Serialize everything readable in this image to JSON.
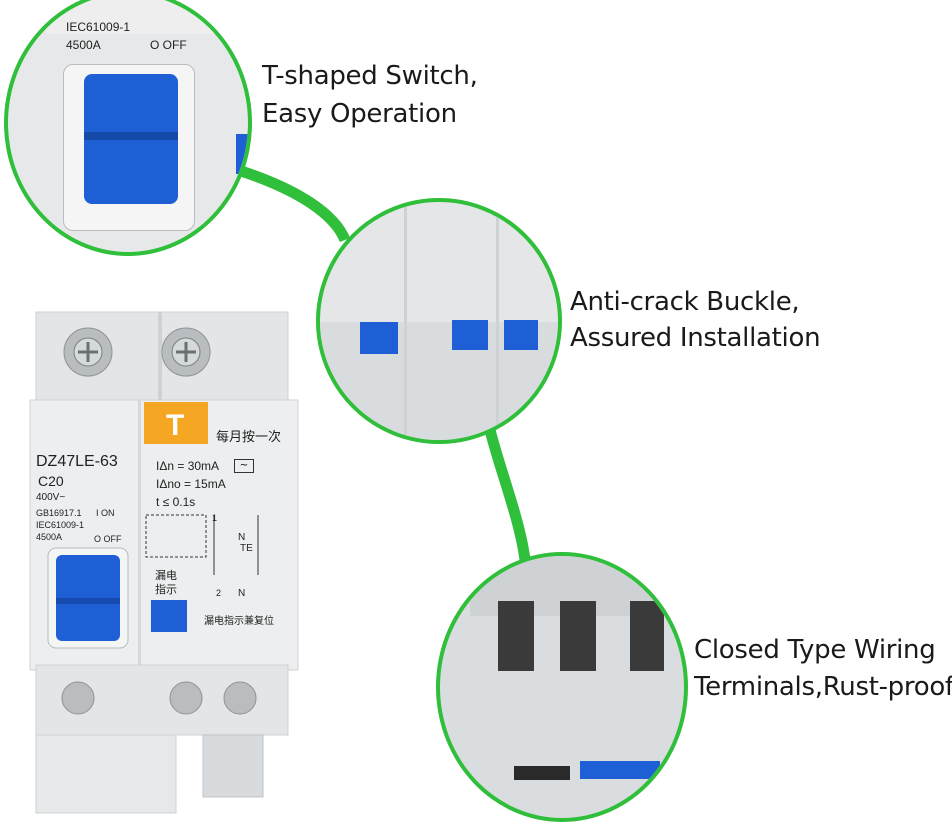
{
  "callouts": [
    {
      "line1": "T-shaped Switch,",
      "line2": "Easy Operation"
    },
    {
      "line1": "Anti-crack Buckle,",
      "line2": "Assured Installation"
    },
    {
      "line1": "Closed Type Wiring",
      "line2": "Terminals,Rust-proof"
    }
  ],
  "breaker": {
    "model": "DZ47LE-63",
    "rating": "C20",
    "voltage": "400V~",
    "std1": "GB16917.1",
    "std2": "IEC61009-1",
    "capacity": "4500A",
    "on_label": "I ON",
    "off_label": "O OFF",
    "test_button": "T",
    "monthly_note": "每月按一次",
    "idn": "IΔn  = 30mA",
    "idno": "IΔno = 15mA",
    "time": "t  ≤ 0.1s",
    "leak_label1": "漏电",
    "leak_label2": "指示",
    "indicator_note": "漏电指示兼复位",
    "terminal_top": "1",
    "terminal_n": "N",
    "terminal_bottom": "2",
    "te_label": "TE"
  },
  "zoom_top": {
    "std": "IEC61009-1",
    "capacity": "4500A",
    "off_label": "O OFF"
  },
  "colors": {
    "ring": "#2fbf3a",
    "switch_blue": "#1f5fd6",
    "test_orange": "#f5a623",
    "body": "#e9ebec"
  }
}
